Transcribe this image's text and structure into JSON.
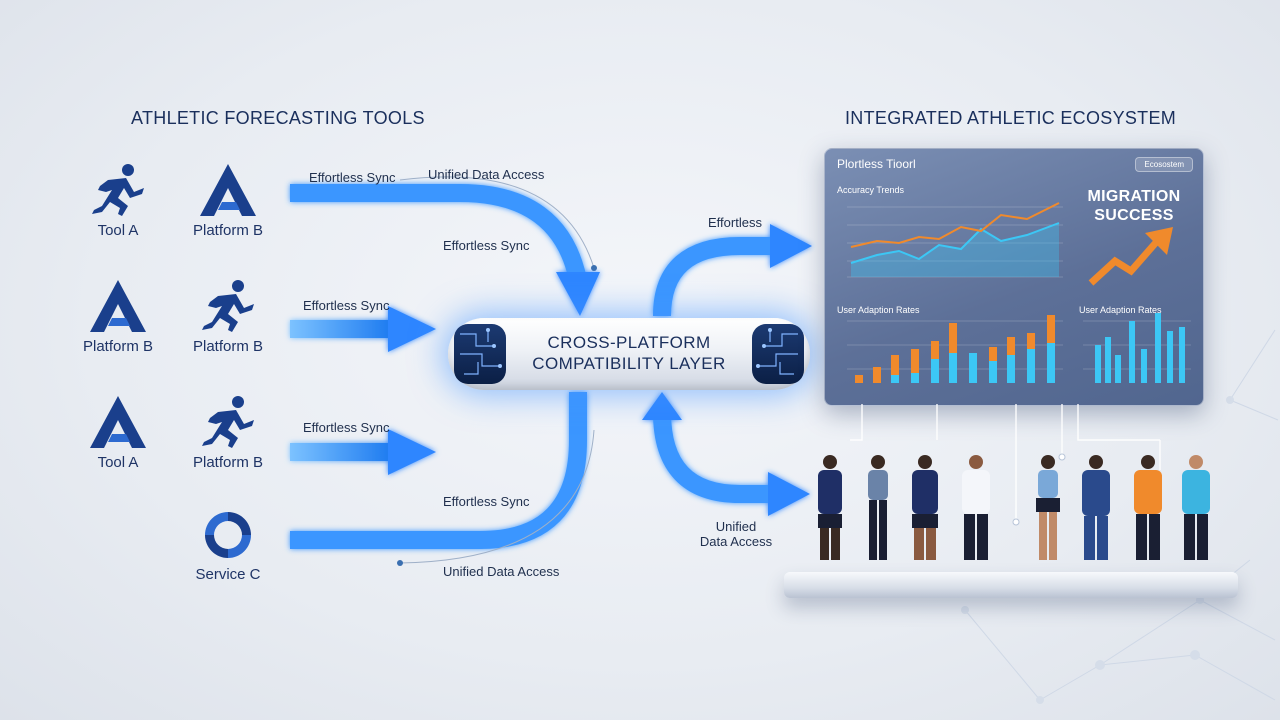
{
  "left_section": {
    "title": "ATHLETIC FORECASTING TOOLS",
    "tools": [
      {
        "label": "Tool A",
        "icon": "runner-icon"
      },
      {
        "label": "Platform B",
        "icon": "a-logo-icon"
      },
      {
        "label": "Platform B",
        "icon": "a-logo-icon"
      },
      {
        "label": "Platform B",
        "icon": "runner-icon"
      },
      {
        "label": "Tool A",
        "icon": "a-logo-icon"
      },
      {
        "label": "Platform B",
        "icon": "runner-icon"
      },
      {
        "label": "Service C",
        "icon": "circular-arrows-icon"
      }
    ]
  },
  "flows": {
    "top_left": "Effortless Sync",
    "top_right": "Unified Data Access",
    "top_curve": "Effortless Sync",
    "row2": "Effortless Sync",
    "row3": "Effortless Sync",
    "bottom_curve": "Effortless Sync",
    "bottom": "Unified Data Access",
    "out_top": "Effortless",
    "out_bottom_1": "Unified",
    "out_bottom_2": "Data Access"
  },
  "layer": {
    "line1": "CROSS-PLATFORM",
    "line2": "COMPATIBILITY LAYER"
  },
  "right_section": {
    "title": "INTEGRATED ATHLETIC ECOSYSTEM"
  },
  "dashboard": {
    "title": "Plortless Tioorl",
    "button": "Ecosostem",
    "accuracy_label": "Accuracy Trends",
    "migration_line1": "MIGRATION",
    "migration_line2": "SUCCESS",
    "adoption_label_1": "User Adaption Rates",
    "adoption_label_2": "User Adaption Rates"
  },
  "colors": {
    "navy": "#1a2f5c",
    "flow_blue": "#2f8cff",
    "orange": "#f08a2c",
    "cyan": "#3cc7f5"
  }
}
